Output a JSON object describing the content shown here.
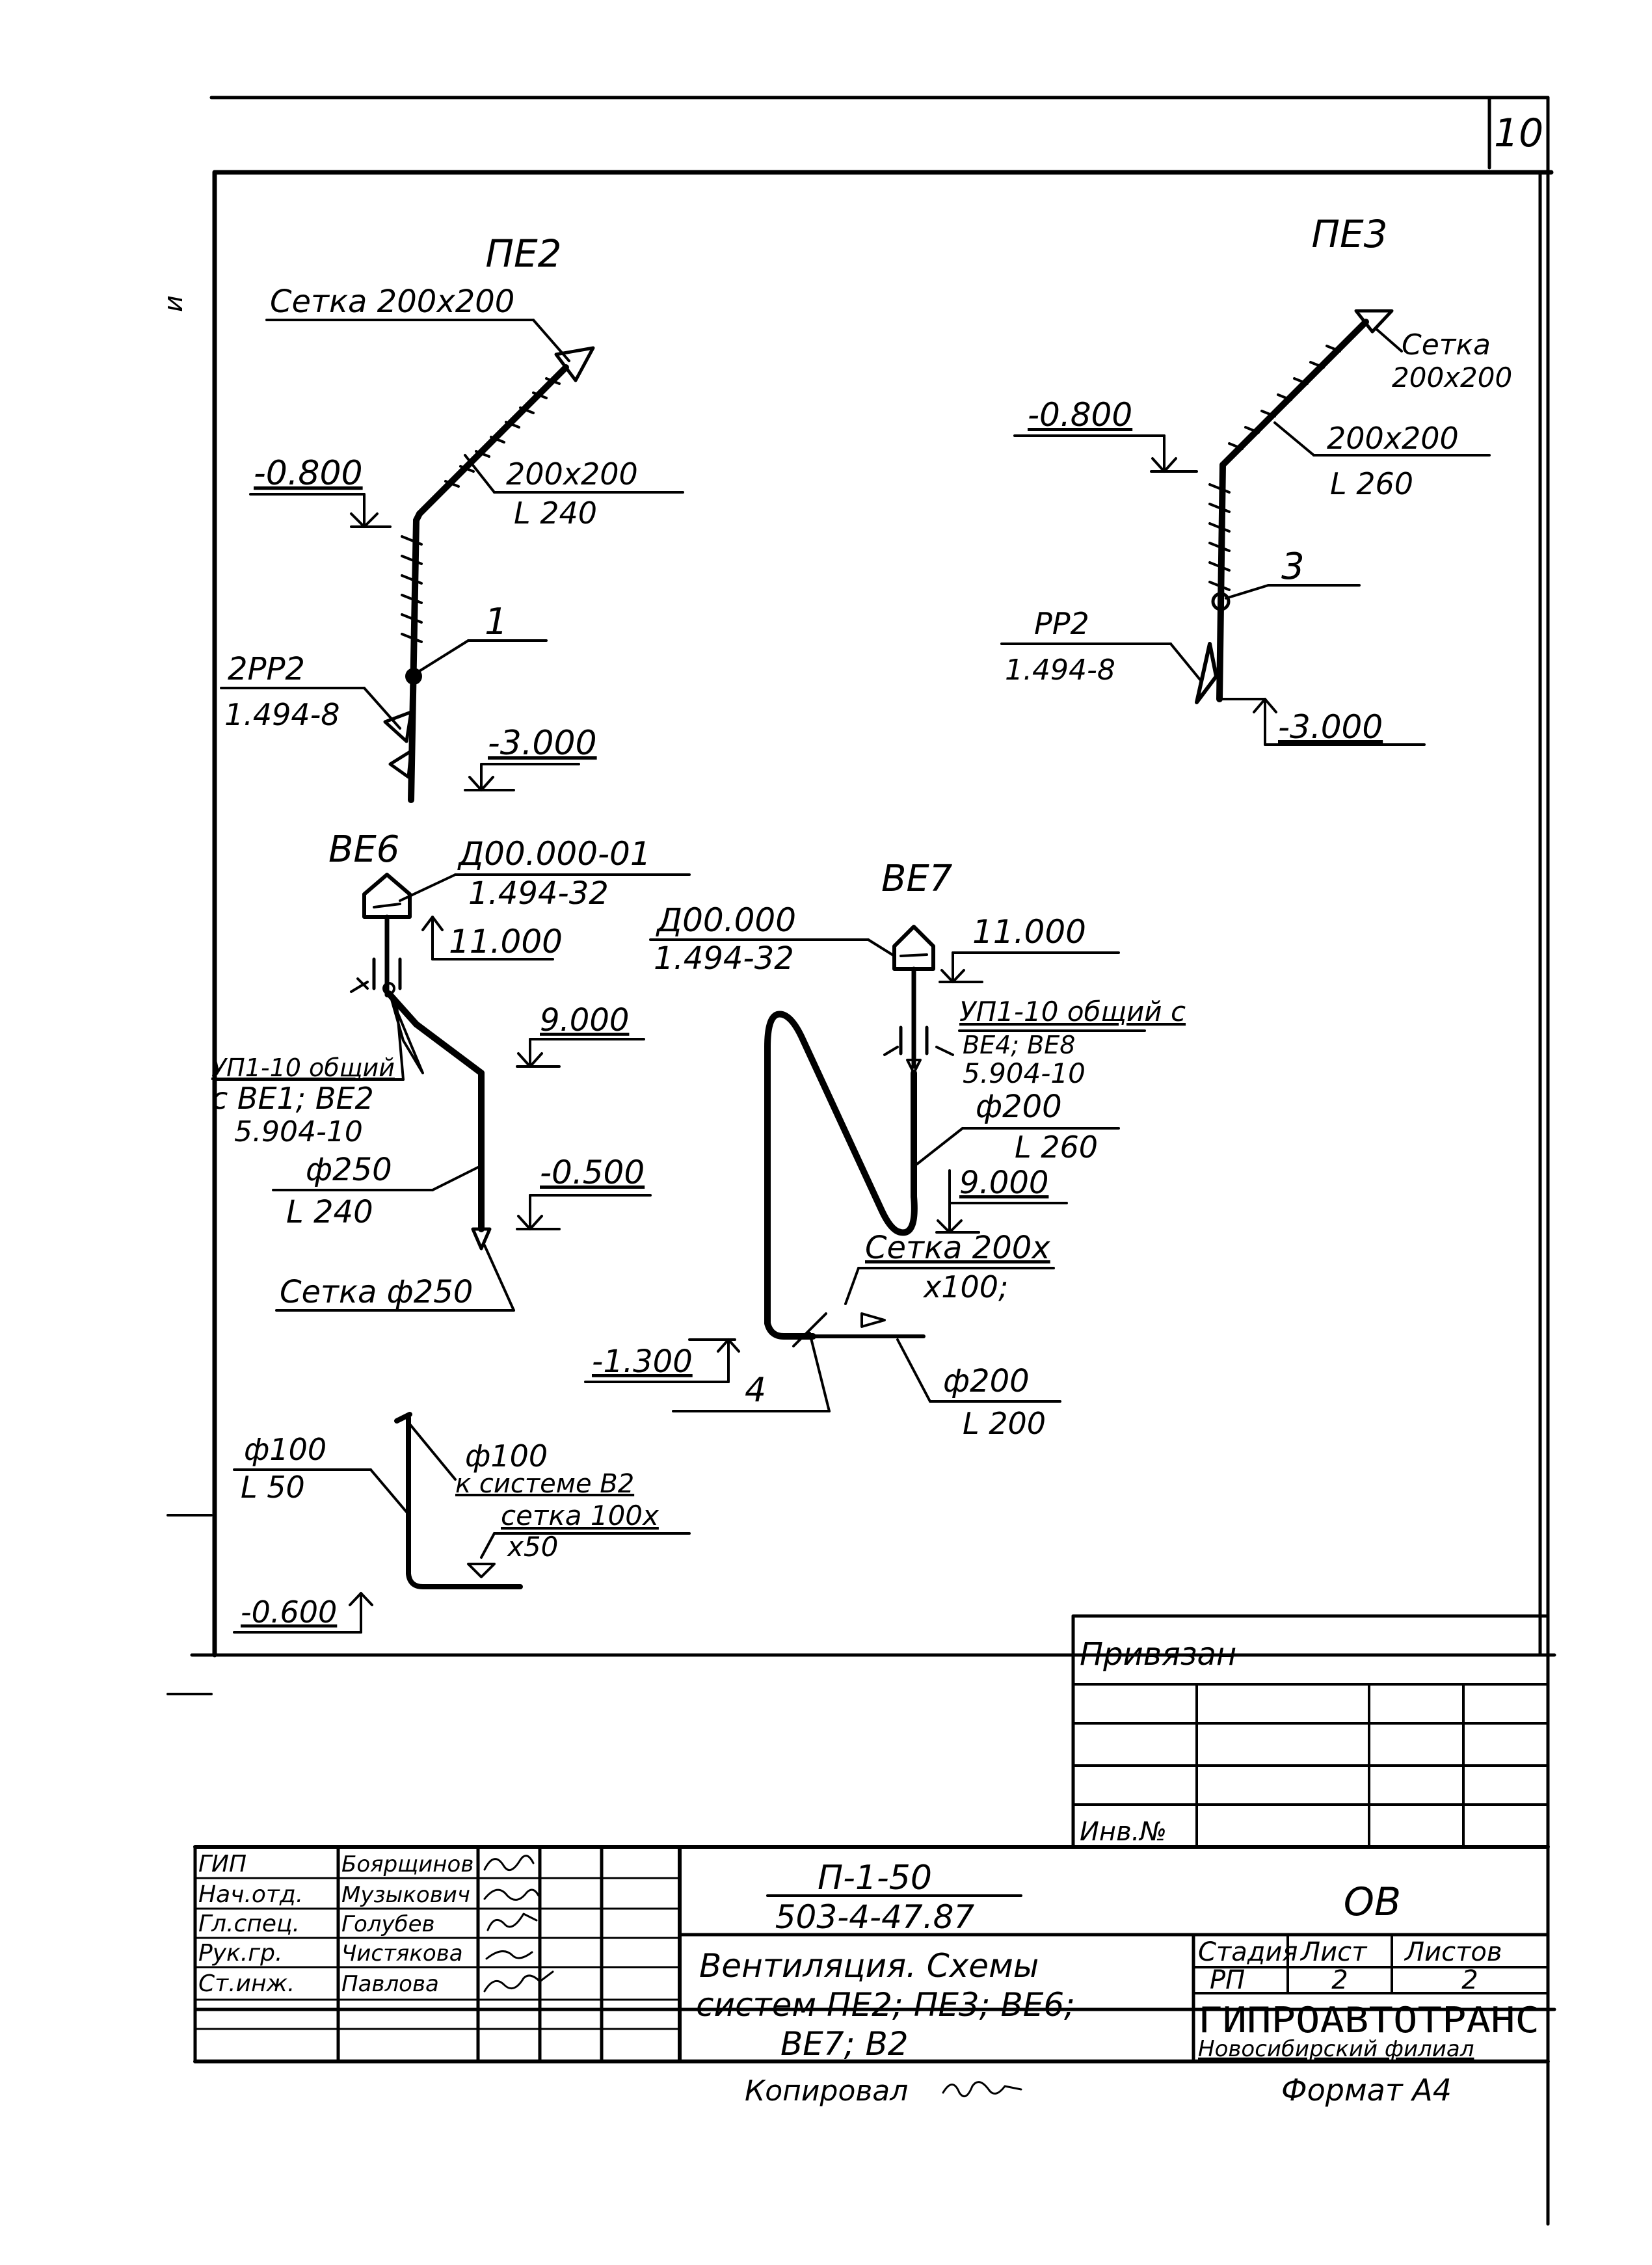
{
  "sheet": {
    "page_number": "10",
    "margin_note": "и"
  },
  "drawings": {
    "pe2": {
      "title": "ПЕ2",
      "grille": "Сетка 200х200",
      "duct_size": "200х200",
      "duct_length": "L 240",
      "level_top": "-0.800",
      "valve_code": "2РР2",
      "valve_series": "1.494-8",
      "node": "1",
      "level_bottom": "-3.000"
    },
    "pe3": {
      "title": "ПЕ3",
      "grille_l1": "Сетка",
      "grille_l2": "200х200",
      "duct_size": "200х200",
      "duct_length": "L 260",
      "level_top": "-0.800",
      "valve_code": "РР2",
      "valve_series": "1.494-8",
      "node": "3",
      "level_bottom": "-3.000"
    },
    "be6": {
      "title": "ВЕ6",
      "deflector": "Д00.000-01",
      "deflector_series": "1.494-32",
      "level_top": "11.000",
      "level_mid": "9.000",
      "unit_l1": "УП1-10 общий",
      "unit_l2": "с ВЕ1; ВЕ2",
      "unit_l3": "5.904-10",
      "duct_d": "ф250",
      "duct_length": "L 240",
      "level_low": "-0.500",
      "grille": "Сетка ф250"
    },
    "be7": {
      "title": "ВЕ7",
      "deflector": "Д00.000",
      "deflector_series": "1.494-32",
      "level_top": "11.000",
      "unit_l1": "УП1-10 общий с",
      "unit_l2": "ВЕ4; ВЕ8",
      "unit_l3": "5.904-10",
      "duct_d": "ф200",
      "duct_length": "L 260",
      "level_mid": "9.000",
      "grille_l1": "Сетка 200х",
      "grille_l2": "х100;",
      "level_low": "-1.300",
      "node": "4",
      "duct2_d": "ф200",
      "duct2_length": "L 200"
    },
    "b2": {
      "duct_d": "ф100",
      "duct_length": "L 50",
      "branch_d": "ф100",
      "branch_to": "к системе В2",
      "grille_l1": "сетка 100х",
      "grille_l2": "х50",
      "level": "-0.600"
    }
  },
  "stamp": {
    "privyazan": "Привязан",
    "inv_no": "Инв.№",
    "roles": [
      {
        "role": "ГИП",
        "name": "Боярщинов"
      },
      {
        "role": "Нач.отд.",
        "name": "Музыкович"
      },
      {
        "role": "Гл.спец.",
        "name": "Голубев"
      },
      {
        "role": "Рук.гр.",
        "name": "Чистякова"
      },
      {
        "role": "Ст.инж.",
        "name": "Павлова"
      }
    ],
    "doc_code": "П-1-50",
    "project_code": "503-4-47.87",
    "section": "ОВ",
    "title_l1": "Вентиляция. Схемы",
    "title_l2": "систем ПЕ2; ПЕ3; ВЕ6;",
    "title_l3": "ВЕ7; В2",
    "stage_label": "Стадия",
    "sheet_label": "Лист",
    "sheets_label": "Листов",
    "stage": "РП",
    "sheet": "2",
    "sheets": "2",
    "org": "ГИПРОАВТОТРАНС",
    "branch": "Новосибирский филиал",
    "copied": "Копировал",
    "format": "Формат А4"
  }
}
